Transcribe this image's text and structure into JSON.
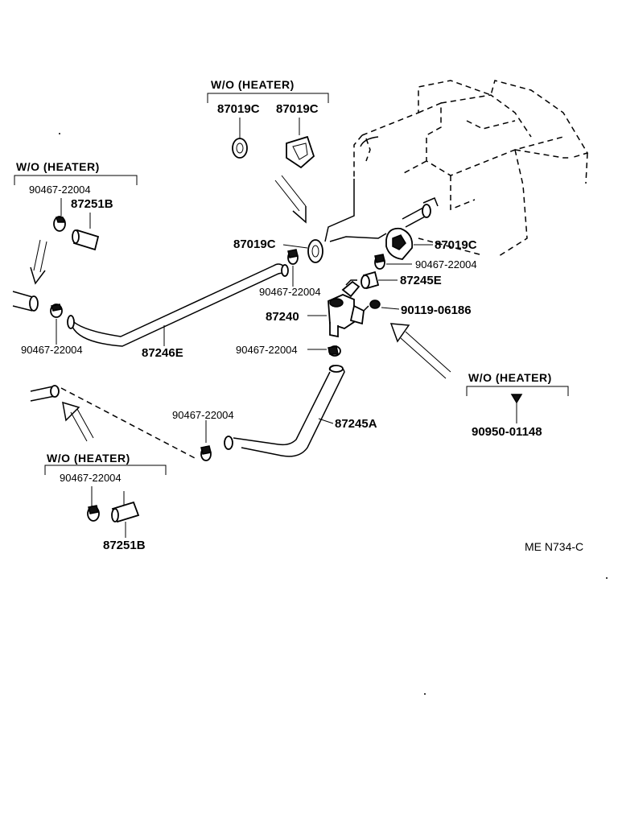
{
  "heater_note": "W/O  (HEATER)",
  "drawing_code": "ME N734-C",
  "labels": {
    "p87019c_a": "87019C",
    "p87019c_b": "87019C",
    "p87019c_c": "87019C",
    "p87019c_d": "87019C",
    "p90467_1": "90467-22004",
    "p87251b_1": "87251B",
    "p90467_2": "90467-22004",
    "p90467_3": "90467-22004",
    "p87246e": "87246E",
    "p90467_4": "90467-22004",
    "p87245e": "87245E",
    "p87240": "87240",
    "p90119": "90119-06186",
    "p90467_5": "90467-22004",
    "p90467_6": "90467-22004",
    "p87245a": "87245A",
    "p90467_7": "90467-22004",
    "p87251b_2": "87251B",
    "p90950": "90950-01148"
  }
}
